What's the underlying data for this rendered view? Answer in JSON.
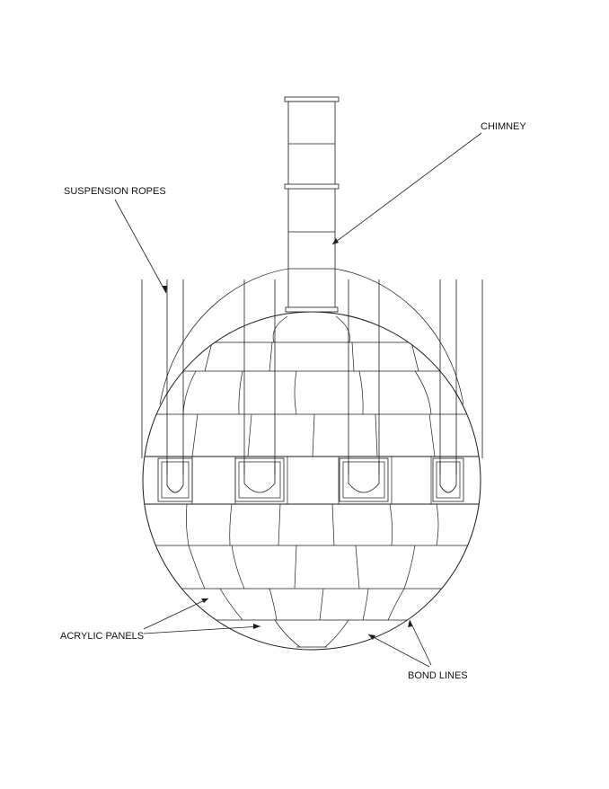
{
  "labels": {
    "chimney": "CHIMNEY",
    "suspension_ropes": "SUSPENSION ROPES",
    "acrylic_panels": "ACRYLIC PANELS",
    "bond_lines": "BOND LINES"
  },
  "colors": {
    "line": "#1a1a1a",
    "background": "#ffffff"
  }
}
